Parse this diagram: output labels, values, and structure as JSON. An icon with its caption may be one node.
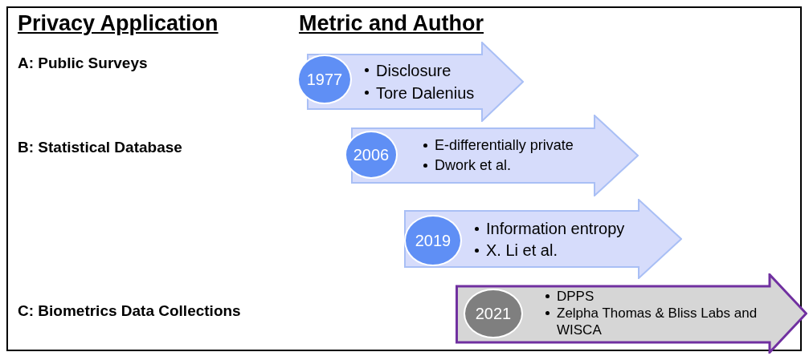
{
  "diagram": {
    "nodes": [
      {
        "text": [
          "Disclosure",
          "Tore Dalenius"
        ]
      },
      {
        "text": [
          "1977"
        ],
        "in": 0
      },
      {
        "text": [
          "E-differentially private",
          "Dwork et al."
        ]
      },
      {
        "text": [
          "2006"
        ],
        "in": 2
      },
      {
        "text": [
          "Information entropy",
          "X. Li et al."
        ]
      },
      {
        "text": [
          "2019"
        ],
        "in": 4
      },
      {
        "text": [
          "DPPS",
          "Zelpha Thomas & Bliss Labs and WISCA"
        ]
      },
      {
        "text": [
          "2021"
        ],
        "in": 6
      }
    ],
    "labels": [
      "Privacy Application",
      "Metric and Author",
      "A: Public Surveys",
      "B: Statistical Database",
      "C: Biometrics Data Collections"
    ]
  }
}
